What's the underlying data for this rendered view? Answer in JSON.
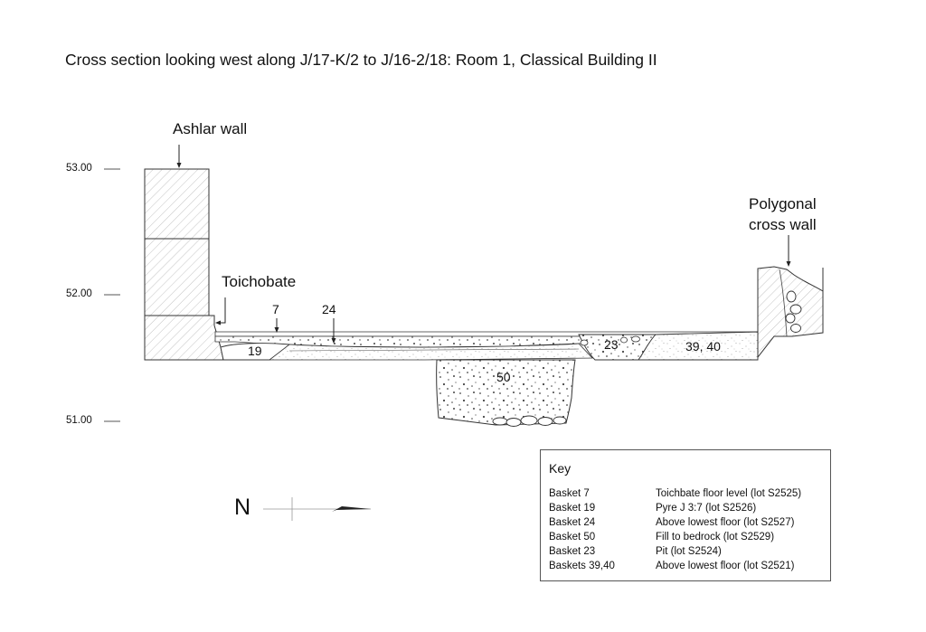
{
  "title": "Cross section looking west along J/17-K/2 to J/16-2/18: Room 1, Classical Building II",
  "labels": {
    "ashlar_wall": "Ashlar wall",
    "toichobate": "Toichobate",
    "polygonal_1": "Polygonal",
    "polygonal_2": "cross wall",
    "north": "N"
  },
  "elevations": [
    "53.00",
    "52.00",
    "51.00"
  ],
  "layer_numbers": {
    "b7": "7",
    "b24": "24",
    "b19": "19",
    "b23": "23",
    "b3940": "39, 40",
    "b50": "50"
  },
  "key": {
    "title": "Key",
    "rows": [
      {
        "basket": "Basket 7",
        "desc": "Toichbate floor level (lot S2525)"
      },
      {
        "basket": "Basket 19",
        "desc": "Pyre J 3:7 (lot S2526)"
      },
      {
        "basket": "Basket 24",
        "desc": "Above lowest floor (lot S2527)"
      },
      {
        "basket": "Basket 50",
        "desc": "Fill to bedrock (lot S2529)"
      },
      {
        "basket": "Basket 23",
        "desc": "Pit (lot S2524)"
      },
      {
        "basket": "Baskets 39,40",
        "desc": "Above lowest floor (lot S2521)"
      }
    ]
  }
}
